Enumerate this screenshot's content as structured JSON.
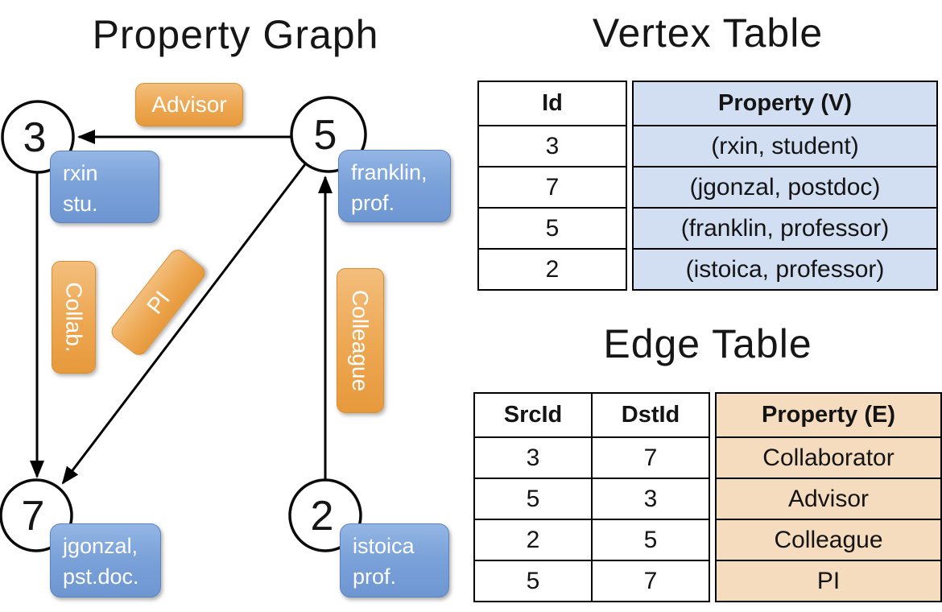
{
  "figure": {
    "graph": {
      "title": "Property Graph",
      "nodes": [
        {
          "id": "3",
          "label_line1": "rxin",
          "label_line2": "stu."
        },
        {
          "id": "5",
          "label_line1": "franklin,",
          "label_line2": "prof."
        },
        {
          "id": "7",
          "label_line1": "jgonzal,",
          "label_line2": "pst.doc."
        },
        {
          "id": "2",
          "label_line1": "istoica",
          "label_line2": "prof."
        }
      ],
      "edge_labels": {
        "advisor": "Advisor",
        "collab": "Collab.",
        "pi": "PI",
        "colleague": "Colleague"
      }
    },
    "vertex_table": {
      "title": "Vertex Table",
      "columns": [
        "Id",
        "Property (V)"
      ],
      "rows": [
        [
          "3",
          "(rxin, student)"
        ],
        [
          "7",
          "(jgonzal, postdoc)"
        ],
        [
          "5",
          "(franklin, professor)"
        ],
        [
          "2",
          "(istoica, professor)"
        ]
      ]
    },
    "edge_table": {
      "title": "Edge Table",
      "columns": [
        "SrcId",
        "DstId",
        "Property (E)"
      ],
      "rows": [
        [
          "3",
          "7",
          "Collaborator"
        ],
        [
          "5",
          "3",
          "Advisor"
        ],
        [
          "2",
          "5",
          "Colleague"
        ],
        [
          "5",
          "7",
          "PI"
        ]
      ]
    },
    "colors": {
      "vertex_property_bg": "#d2dff2",
      "edge_property_bg": "#f5dcbe",
      "vertex_box": "#7ba2d9",
      "edge_box": "#eda751",
      "line": "#000000"
    }
  }
}
